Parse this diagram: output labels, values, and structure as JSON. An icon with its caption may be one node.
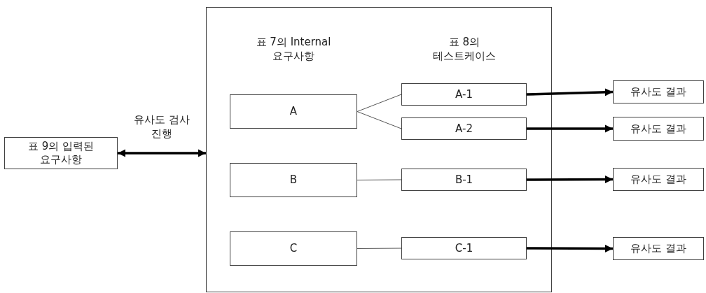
{
  "diagram": {
    "nodes": [
      {
        "text": [],
        "shape": "box"
      },
      {
        "text": [
          "표 9의 입력된 요구사항"
        ]
      },
      {
        "text": [
          "A"
        ],
        "in": 0
      },
      {
        "text": [
          "A-1"
        ],
        "in": 0
      },
      {
        "text": [
          "A-2"
        ],
        "in": 0
      },
      {
        "text": [
          "B"
        ],
        "in": 0
      },
      {
        "text": [
          "B-1"
        ],
        "in": 0
      },
      {
        "text": [
          "C"
        ],
        "in": 0
      },
      {
        "text": [
          "C-1"
        ],
        "in": 0
      },
      {
        "text": [
          "유사도 결과"
        ]
      },
      {
        "text": [
          "유사도 결과"
        ]
      },
      {
        "text": [
          "유사도 결과"
        ]
      },
      {
        "text": [
          "유사도 결과"
        ]
      }
    ],
    "edges": [
      {
        "from": 1,
        "to": 0,
        "arrow": "both",
        "label": "유사도 검사 진행"
      },
      {
        "from": 2,
        "to": 3,
        "arrow": "none"
      },
      {
        "from": 2,
        "to": 4,
        "arrow": "none"
      },
      {
        "from": 5,
        "to": 6,
        "arrow": "none"
      },
      {
        "from": 7,
        "to": 8,
        "arrow": "none"
      },
      {
        "from": 3,
        "to": 9,
        "arrow": "to"
      },
      {
        "from": 4,
        "to": 10,
        "arrow": "to"
      },
      {
        "from": 6,
        "to": 11,
        "arrow": "to"
      },
      {
        "from": 8,
        "to": 12,
        "arrow": "to"
      }
    ],
    "labels": [
      "표 7의 Internal 요구사항",
      "표 8의 테스트케이스"
    ]
  }
}
